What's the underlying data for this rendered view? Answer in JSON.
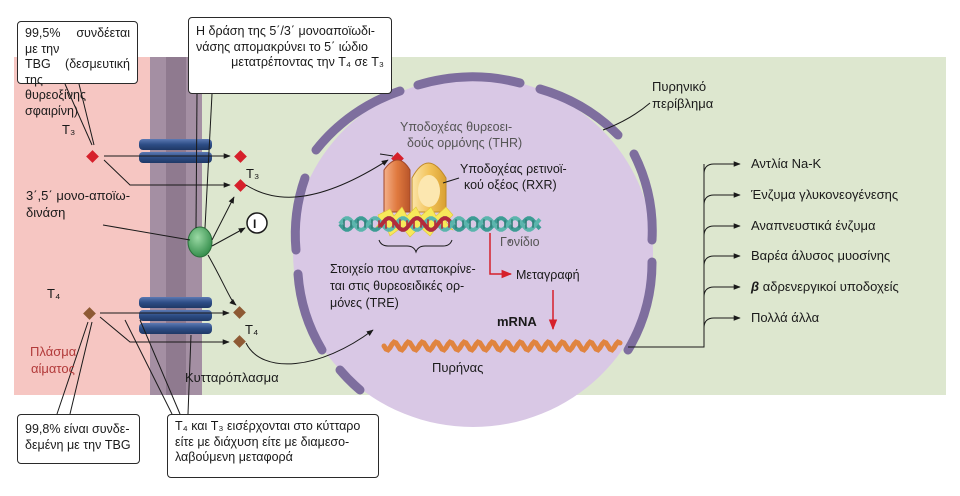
{
  "callouts": {
    "tbg": [
      "99,5% συνδέεται με την",
      "TBG (δεσμευτική της",
      "θυρεοξίνης σφαιρίνη)"
    ],
    "deiodinase_action": [
      "Η δράση της 5΄/3΄ μονοαποϊωδι-",
      "νάσης απομακρύνει το 5΄ ιώδιο",
      "μετατρέποντας την T₄ σε T₃"
    ],
    "tbg_998": [
      "99,8% είναι συνδε-",
      "δεμένη με την TBG"
    ],
    "entry": [
      "T₄ και T₃ εισέρχονται στο κύτταρο",
      "είτε με διάχυση είτε με διαμεσο-",
      "λαβούμενη μεταφορά"
    ]
  },
  "labels": {
    "t3_plasma": "T₃",
    "t4_plasma": "T₄",
    "t3_cell": "T₃",
    "t4_cell": "T₄",
    "deiodinase": [
      "3΄,5΄ μονο-αποϊω-",
      "δινάση"
    ],
    "inhibition": "I",
    "plasma": [
      "Πλάσμα",
      "αίματος"
    ],
    "cytoplasm": "Κυτταρόπλασμα",
    "nucleus": "Πυρήνας",
    "nuclear_envelope": [
      "Πυρηνικό",
      "περίβλημα"
    ],
    "thr": [
      "Υποδοχέας θυρεοει-",
      "δούς ορμόνης (THR)"
    ],
    "rxr": [
      "Υποδοχέας ρετινοϊ-",
      "κού οξέος (RXR)"
    ],
    "gene": "Γονίδιο",
    "transcription": "Μεταγραφή",
    "tre": [
      "Στοιχείο που ανταποκρίνε-",
      "ται στις θυρεοειδικές ορ-",
      "μόνες (TRE)"
    ],
    "mrna": "mRNA"
  },
  "effects": [
    "Αντλία Na-K",
    "Ένζυμα γλυκονεογένεσης",
    "Αναπνευστικά ένζυμα",
    "Βαρέα άλυσος μυοσίνης",
    "β αδρενεργικοί υποδοχείς",
    "Πολλά άλλα"
  ],
  "colors": {
    "plasma_bg": "#f6c6c2",
    "cytoplasm_bg": "#dde7cf",
    "membrane": "#a48fa3",
    "nucleus_fill": "#d9c8e5",
    "nucleus_envelope": "#7e6e9e",
    "hormone": "#d6202b",
    "hormone_t4": "#8e5a34",
    "transporter": "#2d4d86",
    "deiodinase": "#3fa55a",
    "thr_receptor": "#e07a3f",
    "rxr_receptor": "#f3c35a",
    "dna_a": "#3c9c94",
    "dna_b": "#b22b3c",
    "mrna": "#e0843f",
    "arrow_red": "#d6202b"
  }
}
